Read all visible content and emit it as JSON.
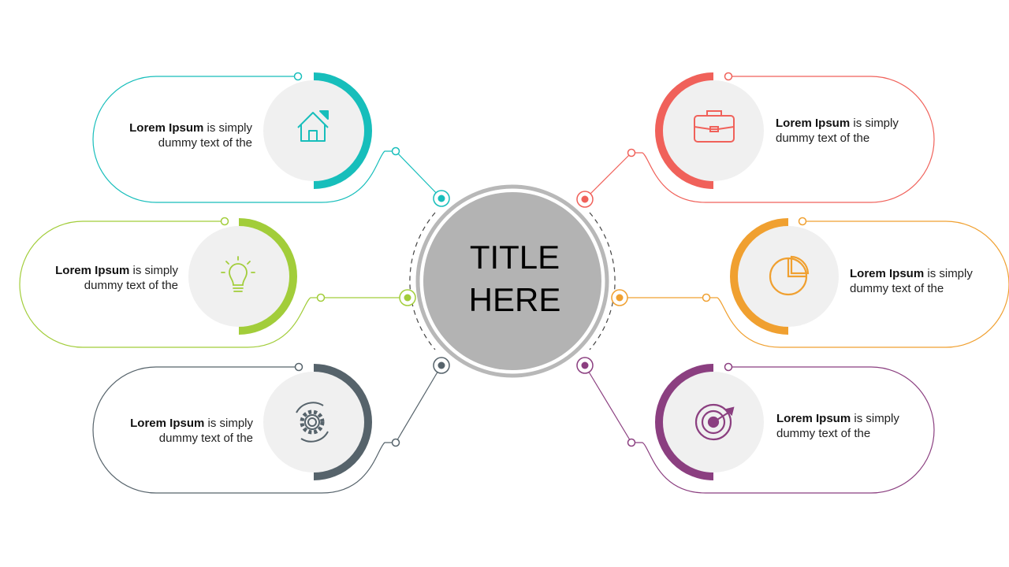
{
  "title": {
    "line1": "TITLE",
    "line2": "HERE"
  },
  "colors": {
    "teal": "#17BEBB",
    "green": "#A2CD3A",
    "slate": "#56636B",
    "red": "#F0615A",
    "orange": "#F0A030",
    "purple": "#8B3F80",
    "center_fill": "#B3B3B3",
    "icon_bg": "#F0F0F0"
  },
  "items": [
    {
      "id": "top-left",
      "color": "teal",
      "icon": "home-icon",
      "bold": "Lorem Ipsum",
      "rest1": " is simply",
      "line2": "dummy  text of the"
    },
    {
      "id": "middle-left",
      "color": "green",
      "icon": "lightbulb-icon",
      "bold": "Lorem Ipsum",
      "rest1": " is simply",
      "line2": "dummy  text of the"
    },
    {
      "id": "bottom-left",
      "color": "slate",
      "icon": "gear-icon",
      "bold": "Lorem Ipsum",
      "rest1": " is simply",
      "line2": "dummy  text of the"
    },
    {
      "id": "top-right",
      "color": "red",
      "icon": "briefcase-icon",
      "bold": "Lorem Ipsum",
      "rest1": " is simply",
      "line2": "dummy  text of the"
    },
    {
      "id": "middle-right",
      "color": "orange",
      "icon": "pie-chart-icon",
      "bold": "Lorem Ipsum",
      "rest1": " is simply",
      "line2": "dummy  text of the"
    },
    {
      "id": "bottom-right",
      "color": "purple",
      "icon": "target-icon",
      "bold": "Lorem Ipsum",
      "rest1": " is simply",
      "line2": "dummy  text of the"
    }
  ]
}
